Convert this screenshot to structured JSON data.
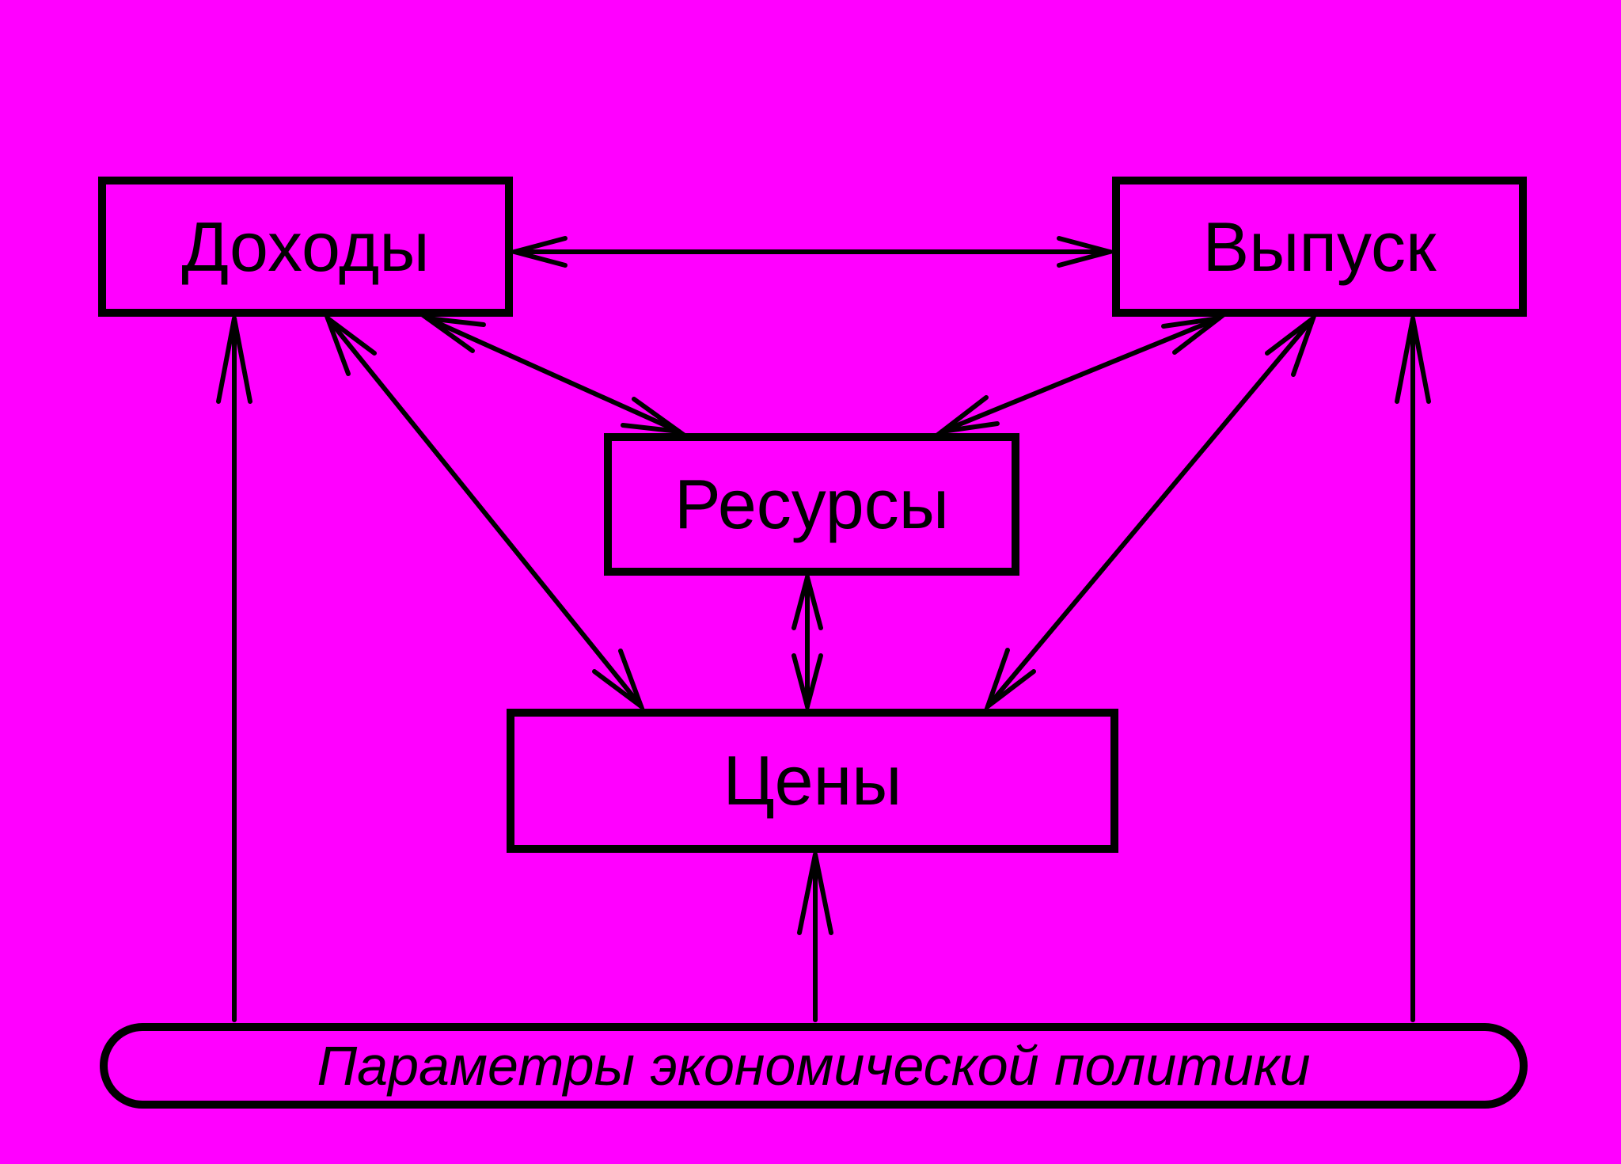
{
  "diagram": {
    "nodes": {
      "incomes": "Доходы",
      "output": "Выпуск",
      "resources": "Ресурсы",
      "prices": "Цены",
      "policy": "Параметры экономической политики"
    },
    "colors": {
      "background": "#ff00ff",
      "ink": "#000000"
    },
    "edges": [
      {
        "from": "incomes",
        "to": "output",
        "direction": "both"
      },
      {
        "from": "incomes",
        "to": "resources",
        "direction": "both"
      },
      {
        "from": "output",
        "to": "resources",
        "direction": "both"
      },
      {
        "from": "incomes",
        "to": "prices",
        "direction": "both"
      },
      {
        "from": "output",
        "to": "prices",
        "direction": "both"
      },
      {
        "from": "resources",
        "to": "prices",
        "direction": "both"
      },
      {
        "from": "policy",
        "to": "incomes",
        "direction": "forward"
      },
      {
        "from": "policy",
        "to": "prices",
        "direction": "forward"
      },
      {
        "from": "policy",
        "to": "output",
        "direction": "forward"
      }
    ]
  }
}
